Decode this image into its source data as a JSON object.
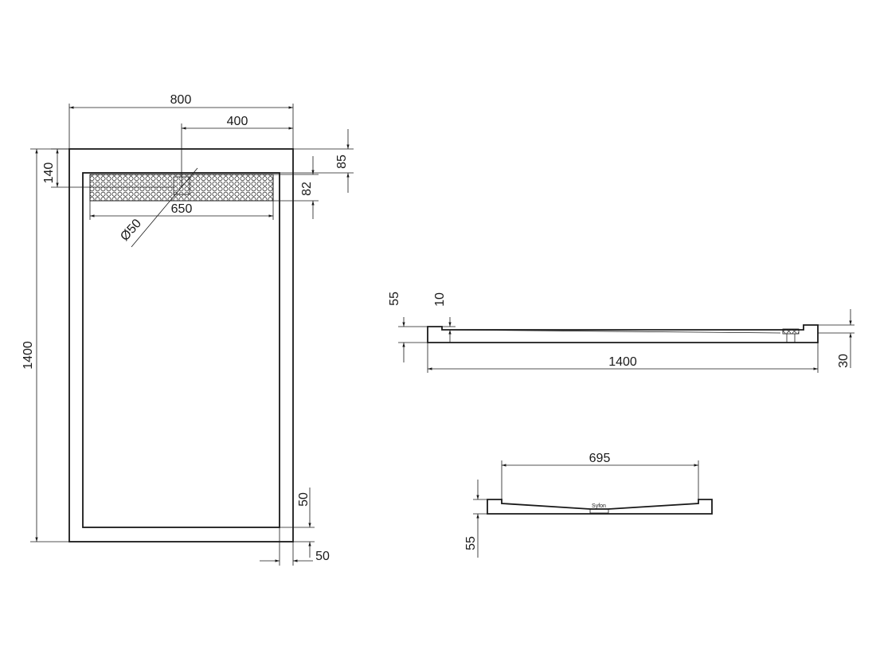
{
  "colors": {
    "ink": "#1a1a1a",
    "background": "#ffffff"
  },
  "top_view": {
    "width": "800",
    "drain_offset": "400",
    "top_margin": "85",
    "drain_top": "140",
    "drain_height": "82",
    "drain_length": "650",
    "drain_diameter": "Ø50",
    "length": "1400",
    "rim_side": "50",
    "rim_bottom": "50"
  },
  "side_view": {
    "total_height": "55",
    "step": "10",
    "length": "1400",
    "base_height": "30"
  },
  "end_view": {
    "inner_width": "695",
    "height": "55",
    "siphon_label": "Syfon"
  }
}
